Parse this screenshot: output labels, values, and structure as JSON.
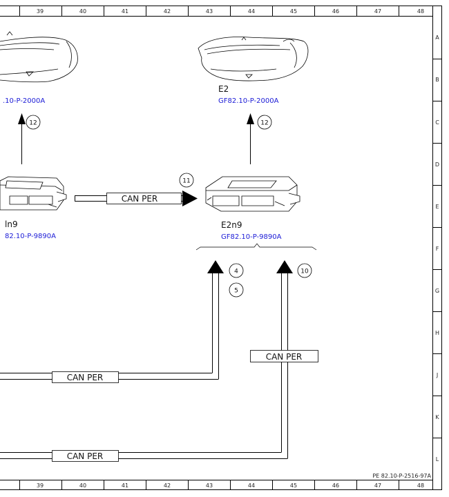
{
  "grid": {
    "columns": [
      "39",
      "40",
      "41",
      "42",
      "43",
      "44",
      "45",
      "46",
      "47",
      "48"
    ],
    "rows": [
      "A",
      "B",
      "C",
      "D",
      "E",
      "F",
      "G",
      "H",
      "J",
      "K",
      "L"
    ]
  },
  "components": {
    "left_headlight_ref": ".10-P-2000A",
    "right_headlight_label": "E2",
    "right_headlight_ref": "GF82.10-P-2000A",
    "left_module_label": "ln9",
    "left_module_ref": "82.10-P-9890A",
    "right_module_label": "E2n9",
    "right_module_ref": "GF82.10-P-9890A"
  },
  "bus_labels": {
    "can_top": "CAN PER",
    "can_right": "CAN PER",
    "can_left_upper": "CAN PER",
    "can_left_lower": "CAN PER"
  },
  "callouts": {
    "left_headlight_arrow": "12",
    "right_headlight_arrow": "12",
    "bus_arrow": "11",
    "input_a1": "4",
    "input_a2": "5",
    "input_b": "10"
  },
  "document_id": "PE 82.10-P-2516-97A",
  "colors": {
    "line": "#000000",
    "reference_link": "#1a1ad6"
  }
}
